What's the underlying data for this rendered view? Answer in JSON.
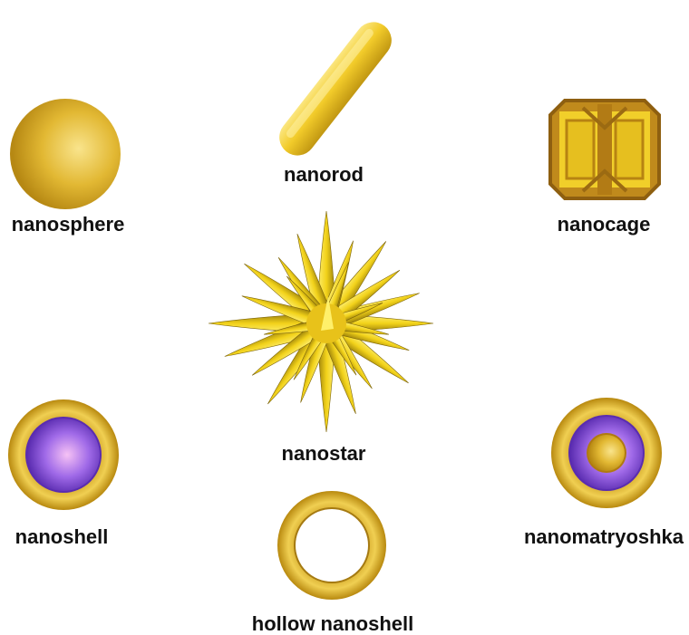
{
  "labels": {
    "nanorod": "nanorod",
    "nanosphere": "nanosphere",
    "nanocage": "nanocage",
    "nanostar": "nanostar",
    "nanoshell": "nanoshell",
    "nanomatryoshka": "nanomatryoshka",
    "hollow_nanoshell": "hollow nanoshell"
  },
  "colors": {
    "gold_light": "#f7dd78",
    "gold": "#e3b92c",
    "gold_dark": "#a97c10",
    "core_light": "#f5b8f5",
    "core": "#9560e6",
    "core_dark": "#5b2fb5",
    "label": "#111111"
  }
}
